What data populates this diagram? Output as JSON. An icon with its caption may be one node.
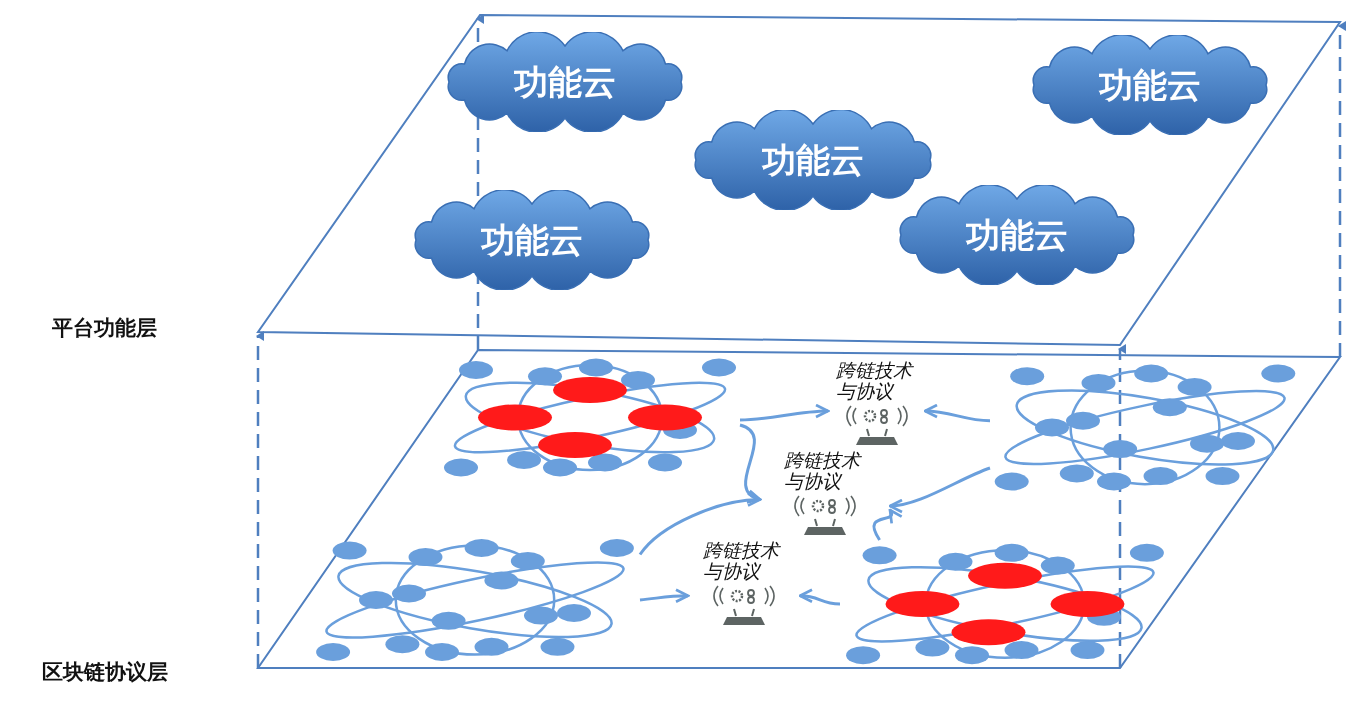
{
  "diagram": {
    "nodes": [
      {
        "text": [
          "功能云"
        ]
      },
      {
        "text": [
          "功能云"
        ]
      },
      {
        "text": [
          "功能云"
        ]
      },
      {
        "text": [
          "功能云"
        ]
      },
      {
        "text": [
          "功能云"
        ]
      },
      {
        "text": [],
        "shape": "picture"
      },
      {
        "text": [
          "跨链技术与协议"
        ]
      },
      {
        "text": [],
        "shape": "picture"
      },
      {
        "text": [
          "跨链技术与协议"
        ]
      },
      {
        "text": [],
        "shape": "picture"
      },
      {
        "text": [
          "跨链技术与协议"
        ]
      },
      {
        "text": [],
        "shape": "picture"
      }
    ],
    "edges": [
      {
        "from": 5,
        "to": 6,
        "arrow": "to"
      },
      {
        "from": 7,
        "to": 6,
        "arrow": "to"
      },
      {
        "from": 5,
        "to": 8,
        "arrow": "to"
      },
      {
        "from": 9,
        "to": 8,
        "arrow": "to"
      },
      {
        "from": 7,
        "to": 8,
        "arrow": "to"
      },
      {
        "from": 11,
        "to": 8,
        "arrow": "to"
      },
      {
        "from": 9,
        "to": 10,
        "arrow": "to"
      },
      {
        "from": 11,
        "to": 10,
        "arrow": "to"
      }
    ],
    "labels": [
      "平台功能层",
      "区块链协议层"
    ]
  }
}
